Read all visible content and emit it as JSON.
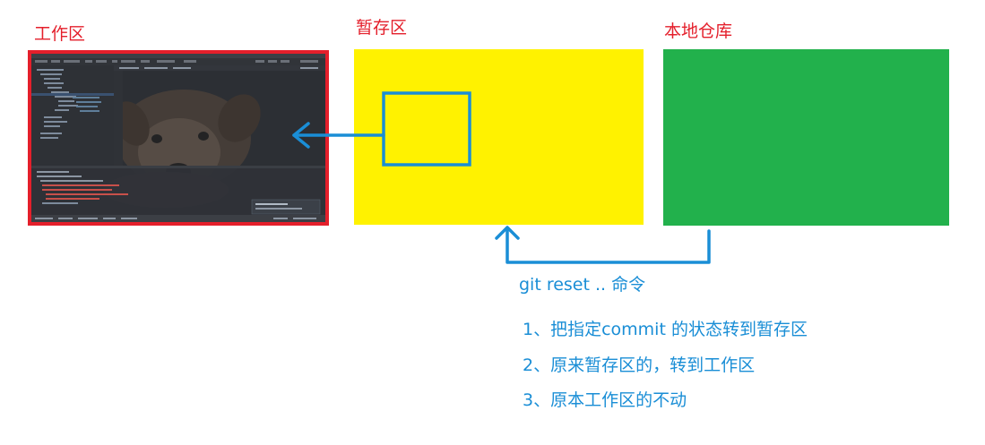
{
  "labels": {
    "workspace": "工作区",
    "staging": "暂存区",
    "local_repo": "本地仓库"
  },
  "command": "git reset .. 命令",
  "notes": [
    "1、把指定commit 的状态转到暂存区",
    "2、原来暂存区的，转到工作区",
    "3、原本工作区的不动"
  ],
  "colors": {
    "workspace_border": "#e41f2b",
    "staging_fill": "#fff200",
    "local_repo_fill": "#22b14c",
    "arrow": "#1a8ed6"
  }
}
